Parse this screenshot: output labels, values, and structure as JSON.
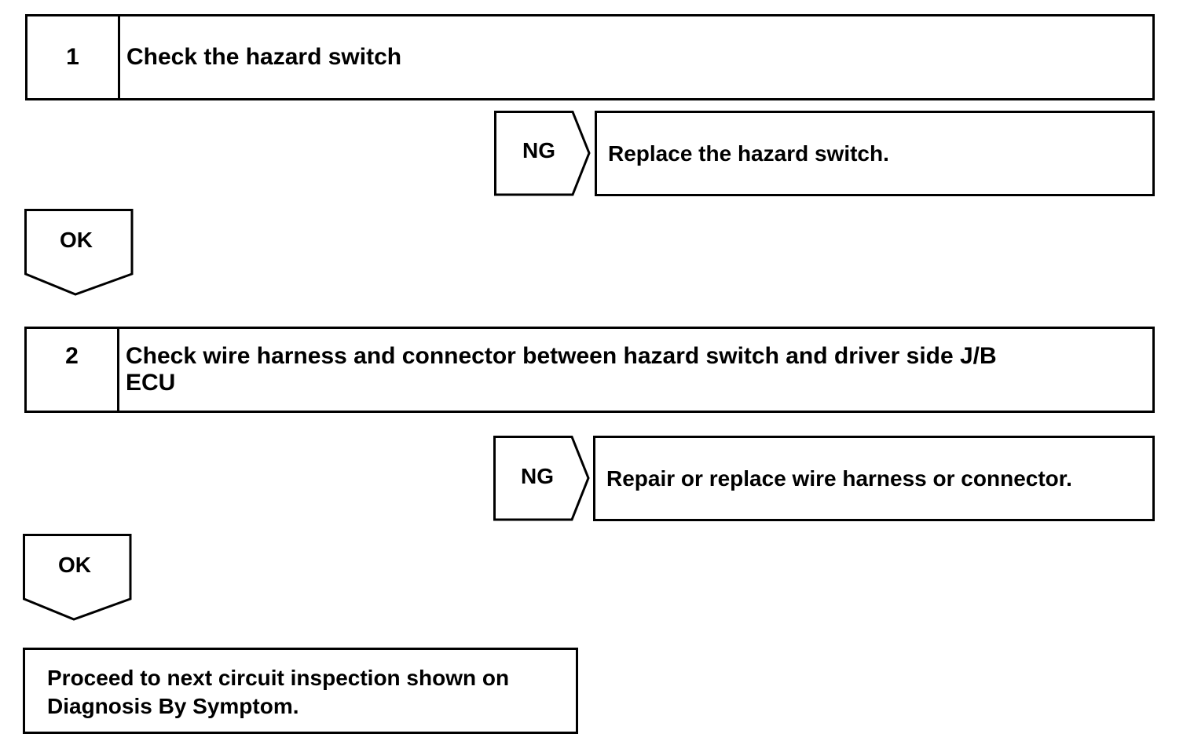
{
  "step1": {
    "number": "1",
    "title": "Check the hazard switch"
  },
  "ng1": {
    "tag": "NG",
    "action": "Replace the hazard switch."
  },
  "ok1": {
    "tag": "OK"
  },
  "step2": {
    "number": "2",
    "title_line1": "Check wire harness and connector between hazard switch and driver side J/B",
    "title_line2": "ECU"
  },
  "ng2": {
    "tag": "NG",
    "action": "Repair or replace wire harness or connector."
  },
  "ok2": {
    "tag": "OK"
  },
  "final": {
    "line1": "Proceed to next circuit inspection shown on",
    "line2": "Diagnosis By Symptom."
  }
}
